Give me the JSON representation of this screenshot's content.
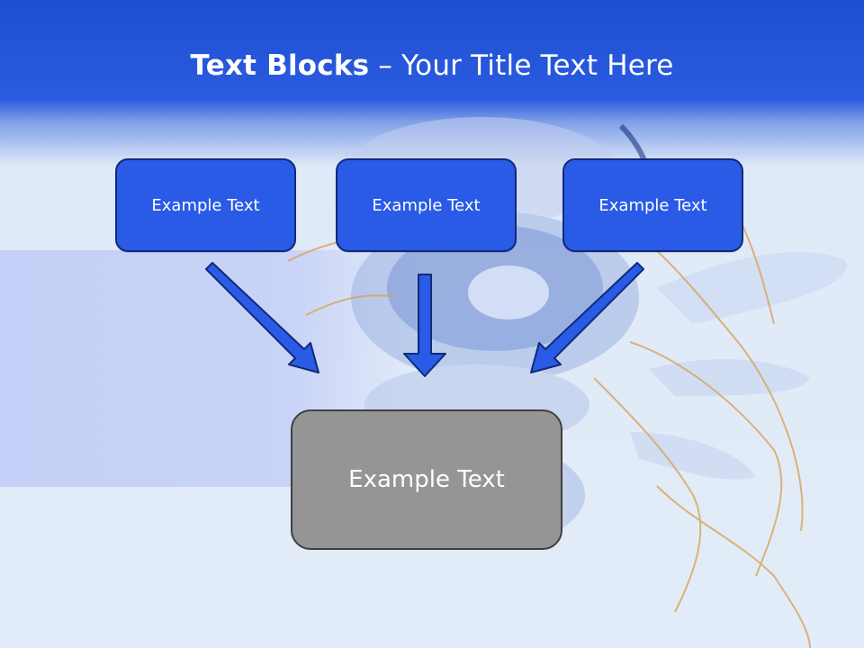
{
  "slide": {
    "title_bold": "Text Blocks",
    "title_dash": " – ",
    "title_rest": "Your Title Text Here"
  },
  "boxes": [
    {
      "label": "Example Text"
    },
    {
      "label": "Example Text"
    },
    {
      "label": "Example Text"
    }
  ],
  "target_box": {
    "label": "Example Text"
  },
  "colors": {
    "header": "#2a5be0",
    "box_fill": "#2a5be6",
    "box_border": "#0f2a7a",
    "target_fill": "#959595",
    "arrow_fill": "#2a5be6"
  }
}
